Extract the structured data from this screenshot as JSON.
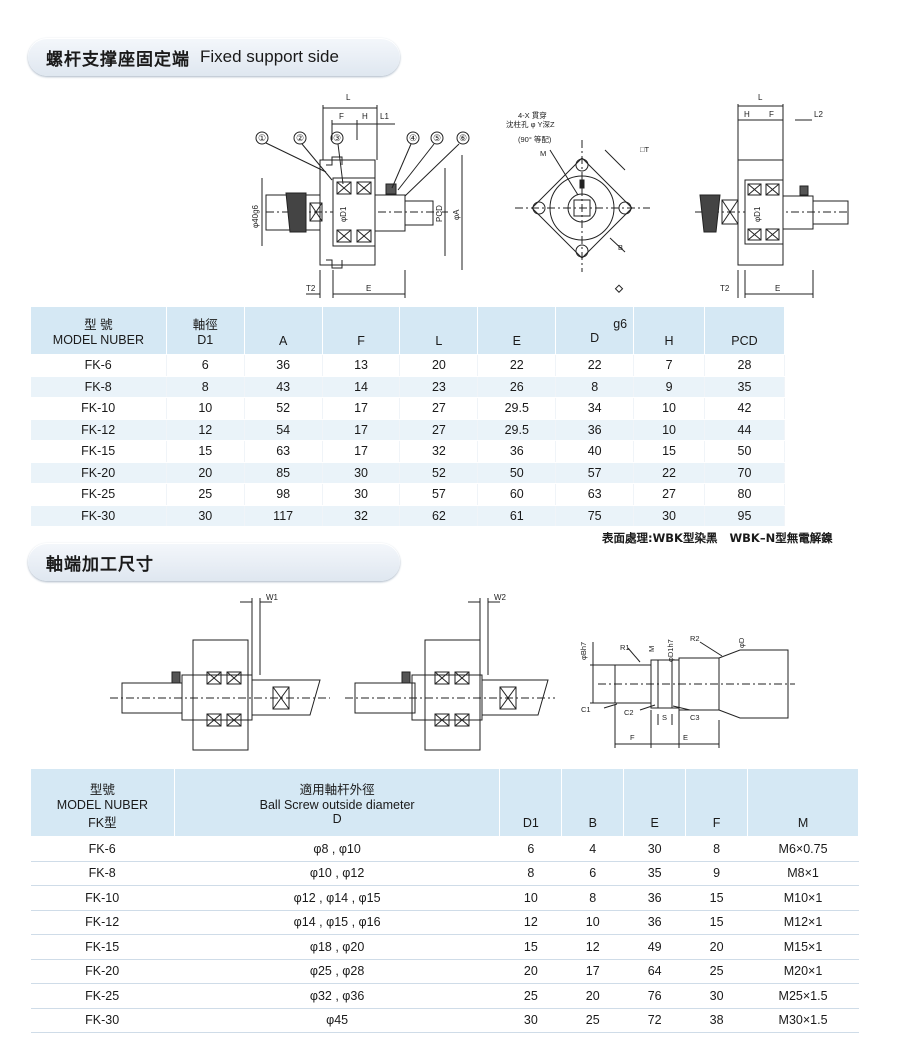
{
  "section1": {
    "title_cn": "螺杆支撑座固定端",
    "title_en": "Fixed support side"
  },
  "section2": {
    "title_cn": "軸端加工尺寸"
  },
  "diagram1": {
    "labels": [
      "L",
      "F",
      "H",
      "L1",
      "①",
      "②",
      "③",
      "④",
      "⑤",
      "⑥",
      "φ40g6",
      "φD1",
      "PCD",
      "φA",
      "T2",
      "E"
    ]
  },
  "diagram2": {
    "labels": [
      "4-X 貫穿",
      "沈柱孔 φ Y深Z",
      "(90° 等配)",
      "M",
      "□T",
      "B"
    ]
  },
  "diagram3": {
    "labels": [
      "L",
      "H",
      "F",
      "L2",
      "φD1",
      "T2",
      "E"
    ]
  },
  "diagram4": {
    "labels": [
      "W1"
    ]
  },
  "diagram5": {
    "labels": [
      "W2"
    ]
  },
  "diagram6": {
    "labels": [
      "φBh7",
      "R1",
      "M",
      "φD1h7",
      "R2",
      "φD",
      "C1",
      "C2",
      "S",
      "C3",
      "F",
      "E"
    ]
  },
  "table1": {
    "headers": [
      {
        "line1": "型  號",
        "line2": "MODEL NUBER"
      },
      {
        "line1": "軸徑",
        "line2": "D1"
      },
      {
        "line1": "",
        "line2": "A"
      },
      {
        "line1": "",
        "line2": "F"
      },
      {
        "line1": "",
        "line2": "L"
      },
      {
        "line1": "",
        "line2": "E"
      },
      {
        "line1": "g6",
        "line2": "D"
      },
      {
        "line1": "",
        "line2": "H"
      },
      {
        "line1": "",
        "line2": "PCD"
      }
    ],
    "rows": [
      [
        "FK-6",
        "6",
        "36",
        "13",
        "20",
        "22",
        "22",
        "7",
        "28"
      ],
      [
        "FK-8",
        "8",
        "43",
        "14",
        "23",
        "26",
        "8",
        "9",
        "35"
      ],
      [
        "FK-10",
        "10",
        "52",
        "17",
        "27",
        "29.5",
        "34",
        "10",
        "42"
      ],
      [
        "FK-12",
        "12",
        "54",
        "17",
        "27",
        "29.5",
        "36",
        "10",
        "44"
      ],
      [
        "FK-15",
        "15",
        "63",
        "17",
        "32",
        "36",
        "40",
        "15",
        "50"
      ],
      [
        "FK-20",
        "20",
        "85",
        "30",
        "52",
        "50",
        "57",
        "22",
        "70"
      ],
      [
        "FK-25",
        "25",
        "98",
        "30",
        "57",
        "60",
        "63",
        "27",
        "80"
      ],
      [
        "FK-30",
        "30",
        "117",
        "32",
        "62",
        "61",
        "75",
        "30",
        "95"
      ]
    ],
    "note": "表面處理:WBK型染黑   WBK–N型無電解鎳"
  },
  "table2": {
    "headers": {
      "model": [
        "型號",
        "MODEL NUBER",
        "FK型"
      ],
      "ball": [
        "適用軸杆外徑",
        "Ball Screw outside diameter",
        "D"
      ],
      "cols": [
        "D1",
        "B",
        "E",
        "F",
        "M"
      ]
    },
    "rows": [
      [
        "FK-6",
        "φ8 , φ10",
        "6",
        "4",
        "30",
        "8",
        "M6×0.75"
      ],
      [
        "FK-8",
        "φ10 , φ12",
        "8",
        "6",
        "35",
        "9",
        "M8×1"
      ],
      [
        "FK-10",
        "φ12 , φ14 , φ15",
        "10",
        "8",
        "36",
        "15",
        "M10×1"
      ],
      [
        "FK-12",
        "φ14 , φ15 , φ16",
        "12",
        "10",
        "36",
        "15",
        "M12×1"
      ],
      [
        "FK-15",
        "φ18 , φ20",
        "15",
        "12",
        "49",
        "20",
        "M15×1"
      ],
      [
        "FK-20",
        "φ25 , φ28",
        "20",
        "17",
        "64",
        "25",
        "M20×1"
      ],
      [
        "FK-25",
        "φ32 , φ36",
        "25",
        "20",
        "76",
        "30",
        "M25×1.5"
      ],
      [
        "FK-30",
        "φ45",
        "30",
        "25",
        "72",
        "38",
        "M30×1.5"
      ]
    ]
  }
}
